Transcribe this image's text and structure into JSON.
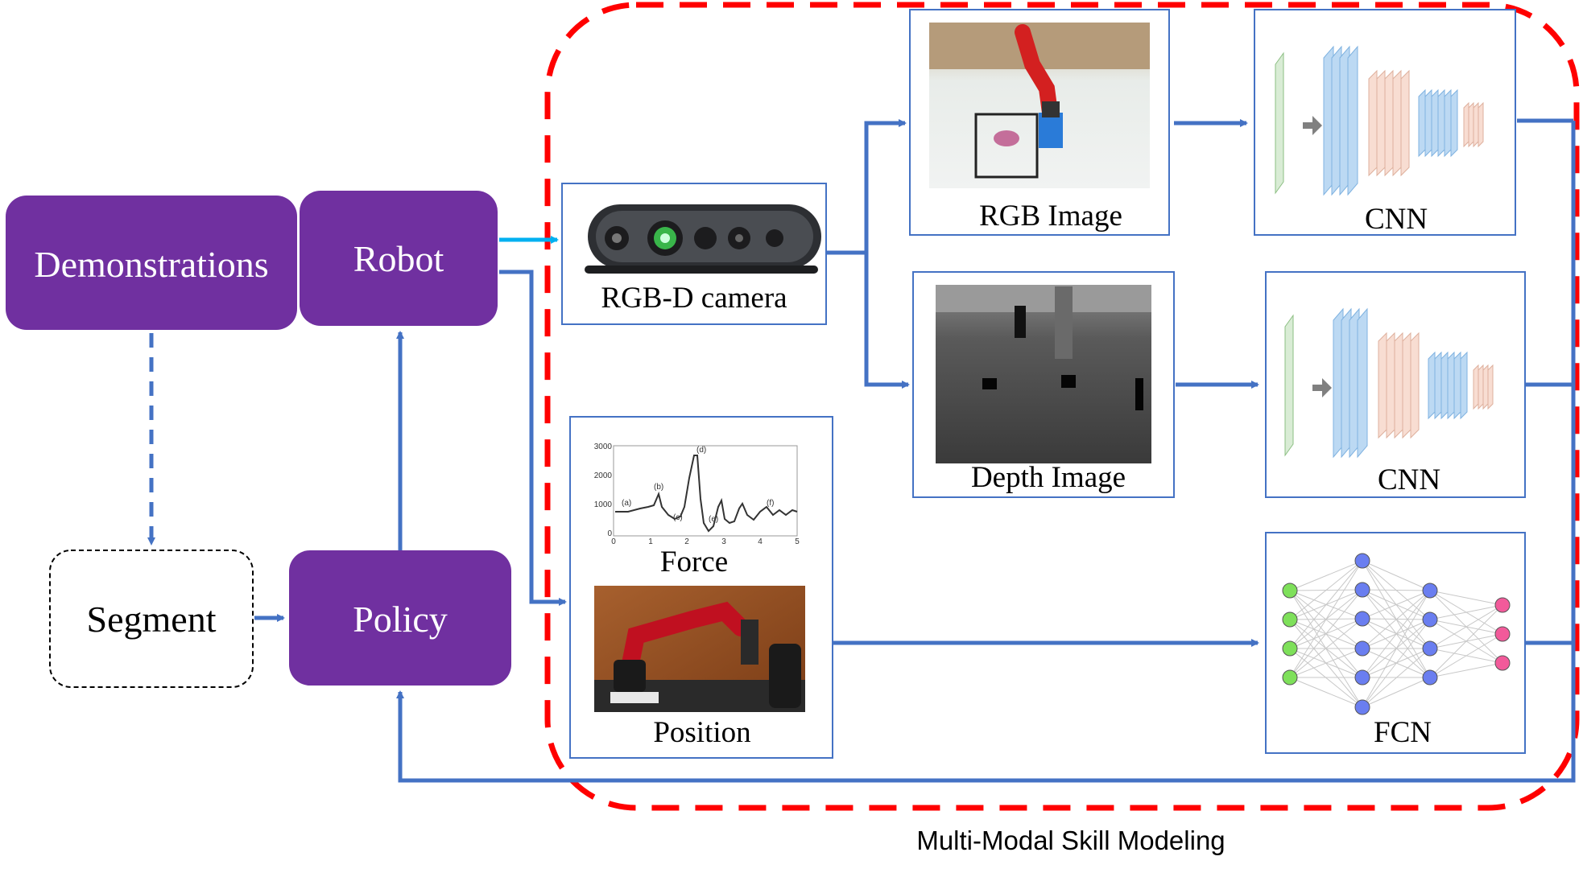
{
  "colors": {
    "purple": "#7030a0",
    "arrow_blue": "#4472c4",
    "arrow_cyan": "#00b0f0",
    "dashed_red": "#ff0000",
    "box_border": "#4472c4"
  },
  "nodes": {
    "demonstrations": "Demonstrations",
    "robot": "Robot",
    "segment": "Segment",
    "policy": "Policy"
  },
  "inputs": {
    "rgbd_camera": "RGB-D camera",
    "force": "Force",
    "position": "Position"
  },
  "modalities": {
    "rgb_image": "RGB Image",
    "depth_image": "Depth Image"
  },
  "networks": {
    "cnn_rgb": "CNN",
    "cnn_depth": "CNN",
    "fcn": "FCN"
  },
  "region_label": "Multi-Modal Skill Modeling",
  "force_plot": {
    "y_ticks": [
      "3000",
      "2000",
      "1000",
      "0"
    ],
    "x_ticks": [
      "0",
      "1",
      "2",
      "3",
      "4",
      "5"
    ],
    "annotations": [
      "(a)",
      "(b)",
      "(c)",
      "(d)",
      "(e)",
      "(f)"
    ]
  },
  "icons": {
    "camera": "rgbd-camera-icon",
    "rgb_photo": "robot-rgb-photo",
    "depth_photo": "depth-map-photo",
    "robot_arm_photo": "robot-arm-photo",
    "cnn": "cnn-layers-icon",
    "fcn": "neural-network-icon"
  }
}
